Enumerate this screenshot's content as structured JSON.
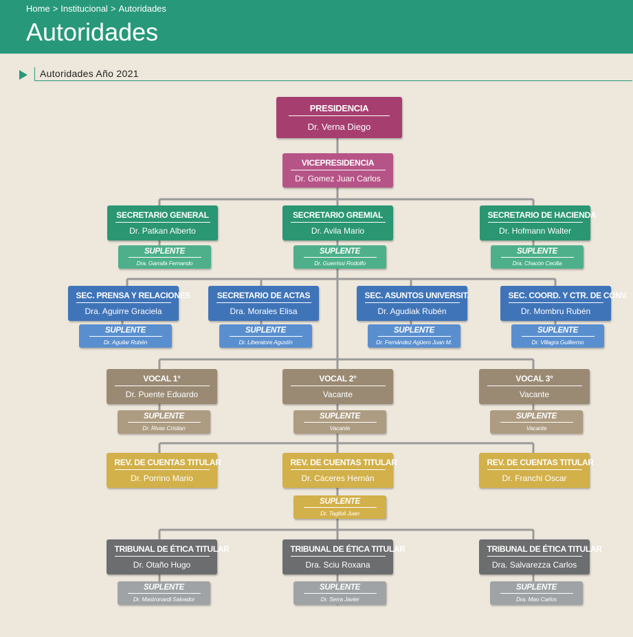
{
  "breadcrumb": [
    "Home",
    "Institucional",
    "Autoridades"
  ],
  "breadcrumb_separator": ">",
  "page_title": "Autoridades",
  "section_title": "Autoridades Año 2021",
  "colors": {
    "header": "#27997a",
    "presidencia": "#a63e6f",
    "vicepresidencia": "#b65487",
    "secretaria_main": "#2a9672",
    "secretaria_sup": "#4db08a",
    "secciones_main": "#3f74b8",
    "secciones_sup": "#5a8fcf",
    "vocal_main": "#9a8a74",
    "vocal_sup": "#ad9c82",
    "revisores_main": "#d2b04a",
    "revisores_sup": "#d2b04a",
    "tribunal_main": "#6b6d6e",
    "tribunal_sup": "#9fa3a5",
    "connector": "#9a9a9a"
  },
  "org": {
    "presidencia": {
      "title": "PRESIDENCIA",
      "name": "Dr. Verna Diego"
    },
    "vicepresidencia": {
      "title": "VICEPRESIDENCIA",
      "name": "Dr. Gomez Juan Carlos"
    },
    "secretarias": [
      {
        "title": "SECRETARIO GENERAL",
        "name": "Dr. Patkan Alberto",
        "sup_title": "SUPLENTE",
        "sup_name": "Dra. Garrafa Fernando"
      },
      {
        "title": "SECRETARIO GREMIAL",
        "name": "Dr. Avila Mario",
        "sup_title": "SUPLENTE",
        "sup_name": "Dr. Guerrissi Rodolfo"
      },
      {
        "title": "SECRETARIO DE HACIENDA",
        "name": "Dr. Hofmann Walter",
        "sup_title": "SUPLENTE",
        "sup_name": "Dra. Chacón Cecilia"
      }
    ],
    "secciones": [
      {
        "title": "SEC. PRENSA Y RELACIONES",
        "name": "Dra. Aguirre Graciela",
        "sup_title": "SUPLENTE",
        "sup_name": "Dr. Aguilar Rubén"
      },
      {
        "title": "SECRETARIO DE ACTAS",
        "name": "Dra. Morales Elisa",
        "sup_title": "SUPLENTE",
        "sup_name": "Dr. Liberatore Agustín"
      },
      {
        "title": "SEC. ASUNTOS UNIVERSIT.",
        "name": "Dr. Agudiak Rubén",
        "sup_title": "SUPLENTE",
        "sup_name": "Dr. Fernández Agüero Juan M."
      },
      {
        "title": "SEC. COORD. Y CTR. DE CONV.",
        "name": "Dr. Mombru Rubén",
        "sup_title": "SUPLENTE",
        "sup_name": "Dr. Villagra Guillermo"
      }
    ],
    "vocales": [
      {
        "title": "VOCAL 1°",
        "name": "Dr. Puente Eduardo",
        "sup_title": "SUPLENTE",
        "sup_name": "Dr. Rivas Cristian"
      },
      {
        "title": "VOCAL 2°",
        "name": "Vacante",
        "sup_title": "SUPLENTE",
        "sup_name": "Vacante"
      },
      {
        "title": "VOCAL 3°",
        "name": "Vacante",
        "sup_title": "SUPLENTE",
        "sup_name": "Vacante"
      }
    ],
    "revisores": [
      {
        "title": "REV. DE CUENTAS TITULAR",
        "name": "Dr. Porrino Mario"
      },
      {
        "title": "REV. DE CUENTAS TITULAR",
        "name": "Dr. Cáceres Hernán",
        "sup_title": "SUPLENTE",
        "sup_name": "Dr. Taglioli Juan"
      },
      {
        "title": "REV. DE CUENTAS TITULAR",
        "name": "Dr. Franchi Oscar"
      }
    ],
    "tribunal": [
      {
        "title": "TRIBUNAL DE ÉTICA TITULAR",
        "name": "Dr. Otaño Hugo",
        "sup_title": "SUPLENTE",
        "sup_name": "Dr. Mastronardi Salvador"
      },
      {
        "title": "TRIBUNAL DE ÉTICA TITULAR",
        "name": "Dra. Sciu Roxana",
        "sup_title": "SUPLENTE",
        "sup_name": "Dr. Serra Javier"
      },
      {
        "title": "TRIBUNAL DE ÉTICA TITULAR",
        "name": "Dra. Salvarezza Carlos",
        "sup_title": "SUPLENTE",
        "sup_name": "Dra. Mao Carlos"
      }
    ]
  }
}
